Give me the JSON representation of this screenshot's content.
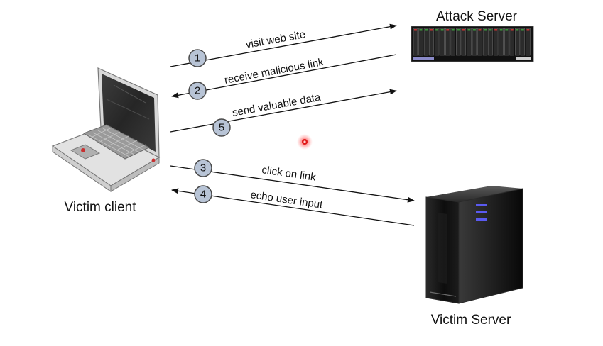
{
  "nodes": {
    "attack_server": {
      "label": "Attack Server",
      "icon": "rack-server-icon"
    },
    "victim_client": {
      "label": "Victim client",
      "icon": "laptop-icon"
    },
    "victim_server": {
      "label": "Victim Server",
      "icon": "tower-server-icon"
    }
  },
  "messages": [
    {
      "step": "1",
      "label": "visit web site",
      "from": "victim_client",
      "to": "attack_server"
    },
    {
      "step": "2",
      "label": "receive malicious link",
      "from": "attack_server",
      "to": "victim_client"
    },
    {
      "step": "5",
      "label": "send valuable data",
      "from": "victim_client",
      "to": "attack_server"
    },
    {
      "step": "3",
      "label": "click on link",
      "from": "victim_client",
      "to": "victim_server"
    },
    {
      "step": "4",
      "label": "echo user input",
      "from": "victim_server",
      "to": "victim_client"
    }
  ],
  "colors": {
    "badge_fill": "#b8c4d6",
    "badge_stroke": "#4a4a4a",
    "arrow": "#111111",
    "pointer_dot": "#e01818"
  }
}
